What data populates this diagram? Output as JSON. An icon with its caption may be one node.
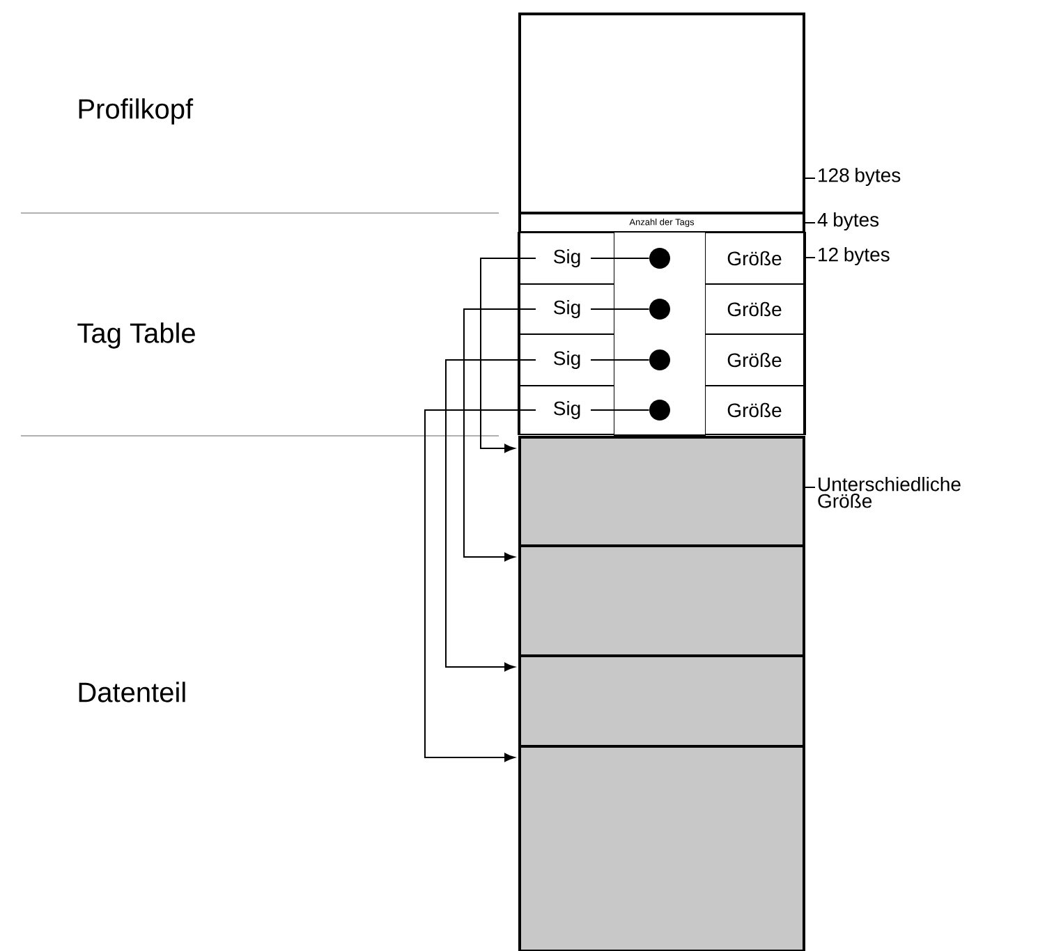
{
  "diagram": {
    "nodes": [
      {
        "text": [],
        "shape": "box",
        "beside": [
          "128 bytes"
        ]
      },
      {
        "text": [
          "Anzahl der Tags"
        ],
        "beside": [
          "4 bytes"
        ]
      },
      {
        "text": [
          "Sig"
        ]
      },
      {
        "text": [],
        "shape": "box"
      },
      {
        "text": [],
        "shape": "circle",
        "in": 3
      },
      {
        "text": [
          "Größe"
        ]
      },
      {
        "text": [
          "Sig"
        ]
      },
      {
        "text": [],
        "shape": "box"
      },
      {
        "text": [],
        "shape": "circle",
        "in": 7
      },
      {
        "text": [
          "Größe"
        ]
      },
      {
        "text": [
          "Sig"
        ]
      },
      {
        "text": [],
        "shape": "box"
      },
      {
        "text": [],
        "shape": "circle",
        "in": 11
      },
      {
        "text": [
          "Größe"
        ]
      },
      {
        "text": [
          "Sig"
        ]
      },
      {
        "text": [],
        "shape": "box"
      },
      {
        "text": [],
        "shape": "circle",
        "in": 15
      },
      {
        "text": [
          "Größe"
        ]
      },
      {
        "text": [],
        "shape": "box",
        "beside": [
          "Unterschiedliche Größe"
        ]
      },
      {
        "text": [],
        "shape": "box"
      },
      {
        "text": [],
        "shape": "box"
      },
      {
        "text": [],
        "shape": "box"
      }
    ],
    "edges": [
      {
        "from": 2,
        "to": 4,
        "arrow": "none"
      },
      {
        "from": 6,
        "to": 8,
        "arrow": "none"
      },
      {
        "from": 10,
        "to": 12,
        "arrow": "none"
      },
      {
        "from": 14,
        "to": 16,
        "arrow": "none"
      },
      {
        "from": 2,
        "to": 18,
        "arrow": "to"
      },
      {
        "from": 6,
        "to": 19,
        "arrow": "to"
      },
      {
        "from": 10,
        "to": 20,
        "arrow": "to"
      },
      {
        "from": 14,
        "to": 21,
        "arrow": "to"
      }
    ],
    "labels": [
      "Profilkopf",
      "12 bytes",
      "Tag Table",
      "Datenteil"
    ]
  }
}
